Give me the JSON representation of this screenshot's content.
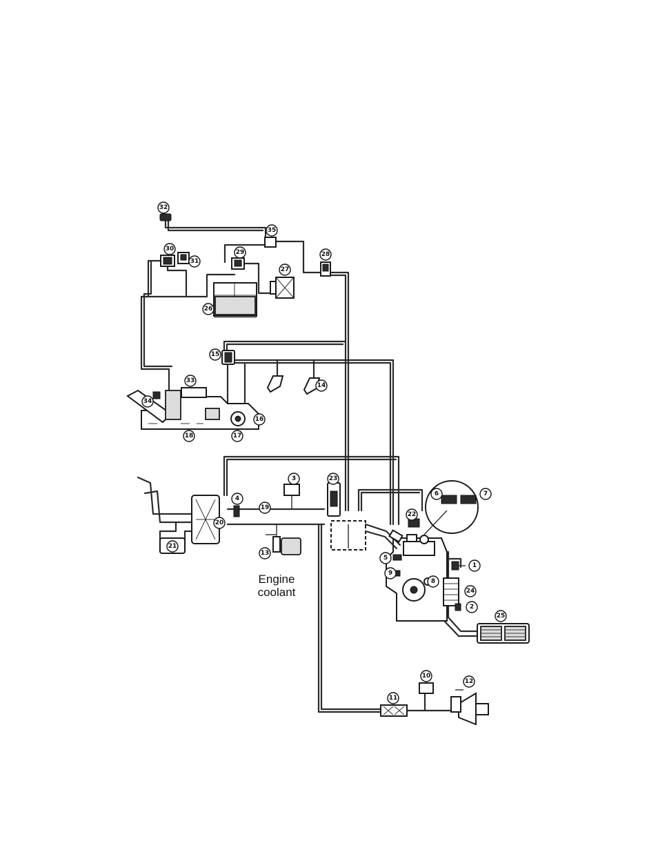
{
  "diagram": {
    "callouts": [
      "1",
      "2",
      "3",
      "4",
      "5",
      "6",
      "7",
      "8",
      "9",
      "10",
      "11",
      "12",
      "13",
      "14",
      "15",
      "16",
      "17",
      "18",
      "19",
      "20",
      "21",
      "22",
      "23",
      "24",
      "25",
      "26",
      "27",
      "28",
      "29",
      "30",
      "31",
      "32",
      "33",
      "34",
      "35"
    ],
    "coolant_label_line1": "Engine",
    "coolant_label_line2": "coolant"
  }
}
